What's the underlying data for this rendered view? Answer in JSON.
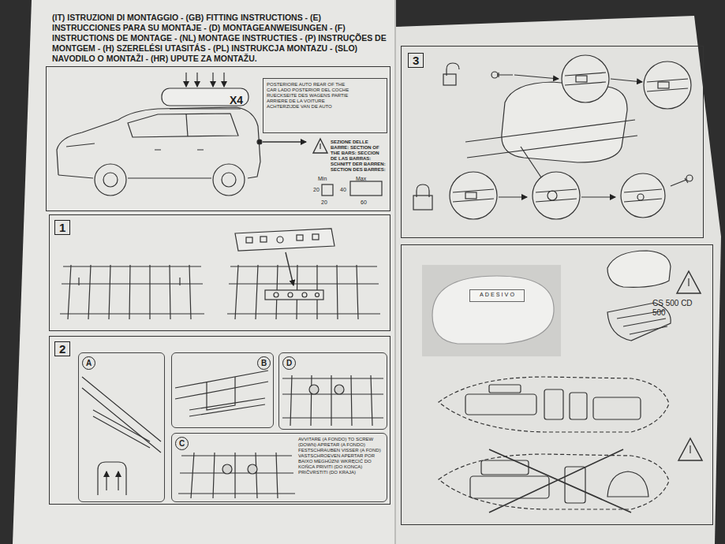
{
  "diagram": {
    "title": "(IT) ISTRUZIONI DI MONTAGGIO - (GB) FITTING INSTRUCTIONS - (E) INSTRUCCIONES PARA SU MONTAJE - (D) MONTAGEANWEISUNGEN - (F) INSTRUCTIONS DE MONTAGE - (NL) MONTAGE INSTRUCTIES - (P) INSTRUÇÕES DE MONTGEM - (H) SZERELÉSI UTASITÁS - (PL) INSTRUKCJA MONTAZU - (SLO) NAVODILO O MONTAŽI - (HR) UPUTE ZA MONTAŽU.",
    "nodes": [
      {
        "text": [
          "X4"
        ]
      },
      {
        "text": [
          "POSTERIORE AUTO REAR OF THE CAR LADO POSTERIOR DEL COCHE RUECKSEITE DES WAGENS PARTIE ARRIERE DE LA VOITURE ACHTERZIJDE VAN DE AUTO"
        ],
        "in": 0
      },
      {
        "text": [
          "SEZIONE DELLE BARRE: SECTION OF THE BARS: SECCION DE LAS BARRAS: SCHNITT DER BARREN: SECTION DES BARRES:",
          "Min",
          "Max",
          "20",
          "20",
          "40",
          "60"
        ],
        "in": 0
      },
      {
        "text": [
          "1"
        ]
      },
      {
        "text": [
          "2"
        ]
      },
      {
        "text": [
          "A"
        ],
        "in": 4
      },
      {
        "text": [
          "B"
        ],
        "in": 4
      },
      {
        "text": [
          "D"
        ],
        "in": 4
      },
      {
        "text": [
          "C",
          "AVVITARE (A FONDO) TO SCREW (DOWN) APRETAR (A FONDO) FESTSCHRAUBEN VISSER (A FOND) VASTSCHROEVEN APERTAR POR BAIXO MEGHÚZNI WKRĘCIĆ DO KOŃCA PRIVITI (DO KONCA) PRIČVRSTITI (DO KRAJA)"
        ],
        "in": 4
      },
      {
        "text": [
          "3"
        ]
      },
      {
        "text": [
          "CS 500 CD 500"
        ]
      },
      {
        "text": [
          "ADESIVO"
        ],
        "in": 10
      }
    ]
  }
}
